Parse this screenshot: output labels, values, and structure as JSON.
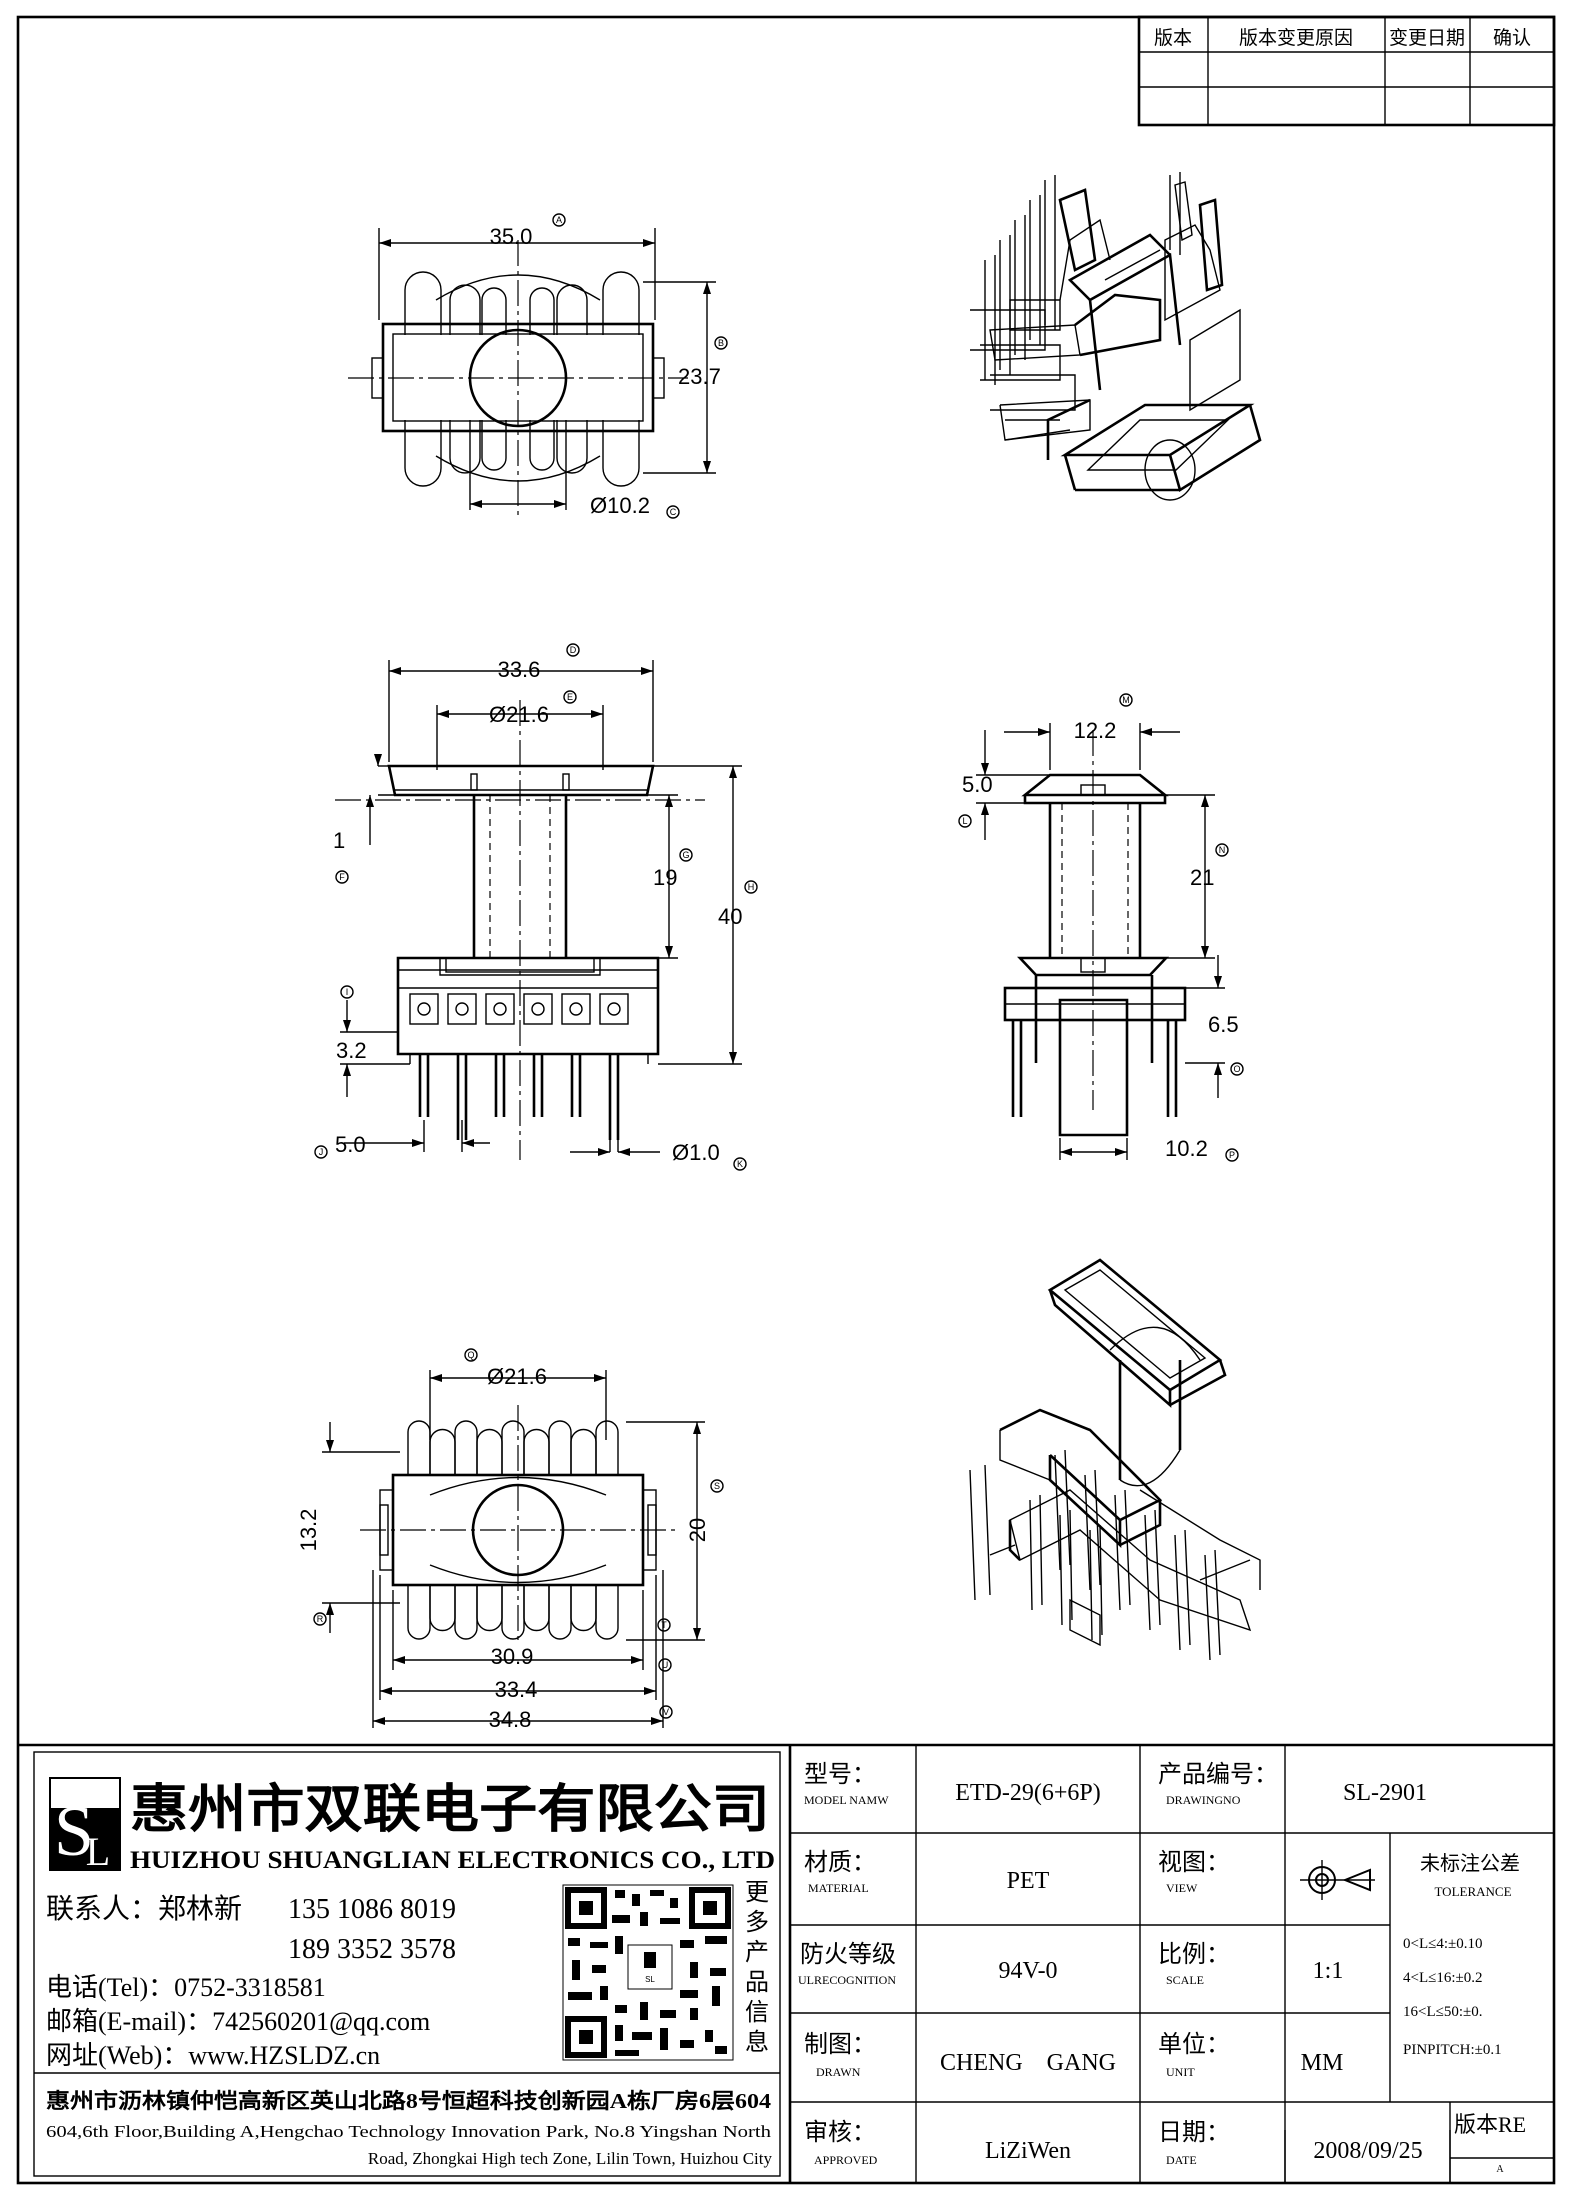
{
  "revision_table": {
    "headers": [
      "版本",
      "版本变更原因",
      "变更日期",
      "确认"
    ]
  },
  "views": {
    "top": {
      "dim_a": "35.0",
      "tag_a": "A",
      "dim_b": "23.7",
      "tag_b": "B",
      "dim_c": "Ø10.2",
      "tag_c": "C"
    },
    "front": {
      "dim_d": "33.6",
      "tag_d": "D",
      "dim_e": "Ø21.6",
      "tag_e": "E",
      "dim_f": "1",
      "tag_f": "F",
      "dim_g": "19",
      "tag_g": "G",
      "dim_h": "40",
      "tag_h": "H",
      "tag_i": "I",
      "dim_i": "3.2",
      "dim_j": "5.0",
      "tag_j": "J",
      "dim_k": "Ø1.0",
      "tag_k": "K"
    },
    "side": {
      "dim_m": "12.2",
      "tag_m": "M",
      "dim_l": "5.0",
      "tag_l": "L",
      "dim_n": "21",
      "tag_n": "N",
      "dim_o": "6.5",
      "tag_o": "O",
      "dim_p": "10.2",
      "tag_p": "P"
    },
    "bottom": {
      "dim_q": "Ø21.6",
      "tag_q": "Q",
      "dim_r": "13.2",
      "tag_r": "R",
      "dim_s": "20",
      "tag_s": "S",
      "dim_t": "30.9",
      "tag_t": "T",
      "dim_u": "33.4",
      "tag_u": "U",
      "dim_v": "34.8",
      "tag_v": "V"
    }
  },
  "company": {
    "logo_letters": "SL",
    "name_cn": "惠州市双联电子有限公司",
    "name_en": "HUIZHOU SHUANGLIAN ELECTRONICS CO., LTD",
    "contact_label": "联系人：郑林新",
    "phone1": "135 1086 8019",
    "phone2": "189 3352 3578",
    "tel": "电话(Tel)：0752-3318581",
    "email": "邮箱(E-mail)：742560201@qq.com",
    "web": "网址(Web)：www.HZSLDZ.cn",
    "more_info": [
      "更",
      "多",
      "产",
      "品",
      "信",
      "息"
    ],
    "address_cn": "惠州市沥林镇仲恺高新区英山北路8号恒超科技创新园A栋厂房6层604",
    "address_en_1": "604,6th Floor,Building A,Hengchao Technology Innovation Park, No.8 Yingshan North",
    "address_en_2": "Road, Zhongkai High tech Zone, Lilin Town, Huizhou City"
  },
  "title_block": {
    "model_label_cn": "型号：",
    "model_label_en": "MODEL NAMW",
    "model_value": "ETD-29(6+6P)",
    "drawingno_label_cn": "产品编号：",
    "drawingno_label_en": "DRAWINGNO",
    "drawingno_value": "SL-2901",
    "material_label_cn": "材质：",
    "material_label_en": "MATERIAL",
    "material_value": "PET",
    "view_label_cn": "视图：",
    "view_label_en": "VIEW",
    "tolerance_label_cn": "未标注公差",
    "tolerance_label_en": "TOLERANCE",
    "tol1": "0<L≤4:±0.10",
    "tol2": "4<L≤16:±0.2",
    "tol3": "16<L≤50:±0.",
    "tol4": "PINPITCH:±0.1",
    "ul_label_cn": "防火等级",
    "ul_label_en": "ULRECOGNITION",
    "ul_value": "94V-0",
    "scale_label_cn": "比例：",
    "scale_label_en": "SCALE",
    "scale_value": "1:1",
    "drawn_label_cn": "制图：",
    "drawn_label_en": "DRAWN",
    "drawn_value": "CHENG　GANG",
    "unit_label_cn": "单位：",
    "unit_label_en": "UNIT",
    "unit_value": "MM",
    "approved_label_cn": "审核：",
    "approved_label_en": "APPROVED",
    "approved_value": "LiZiWen",
    "date_label_cn": "日期：",
    "date_label_en": "DATE",
    "date_value": "2008/09/25",
    "version_label": "版本RE",
    "version_value": "A"
  }
}
